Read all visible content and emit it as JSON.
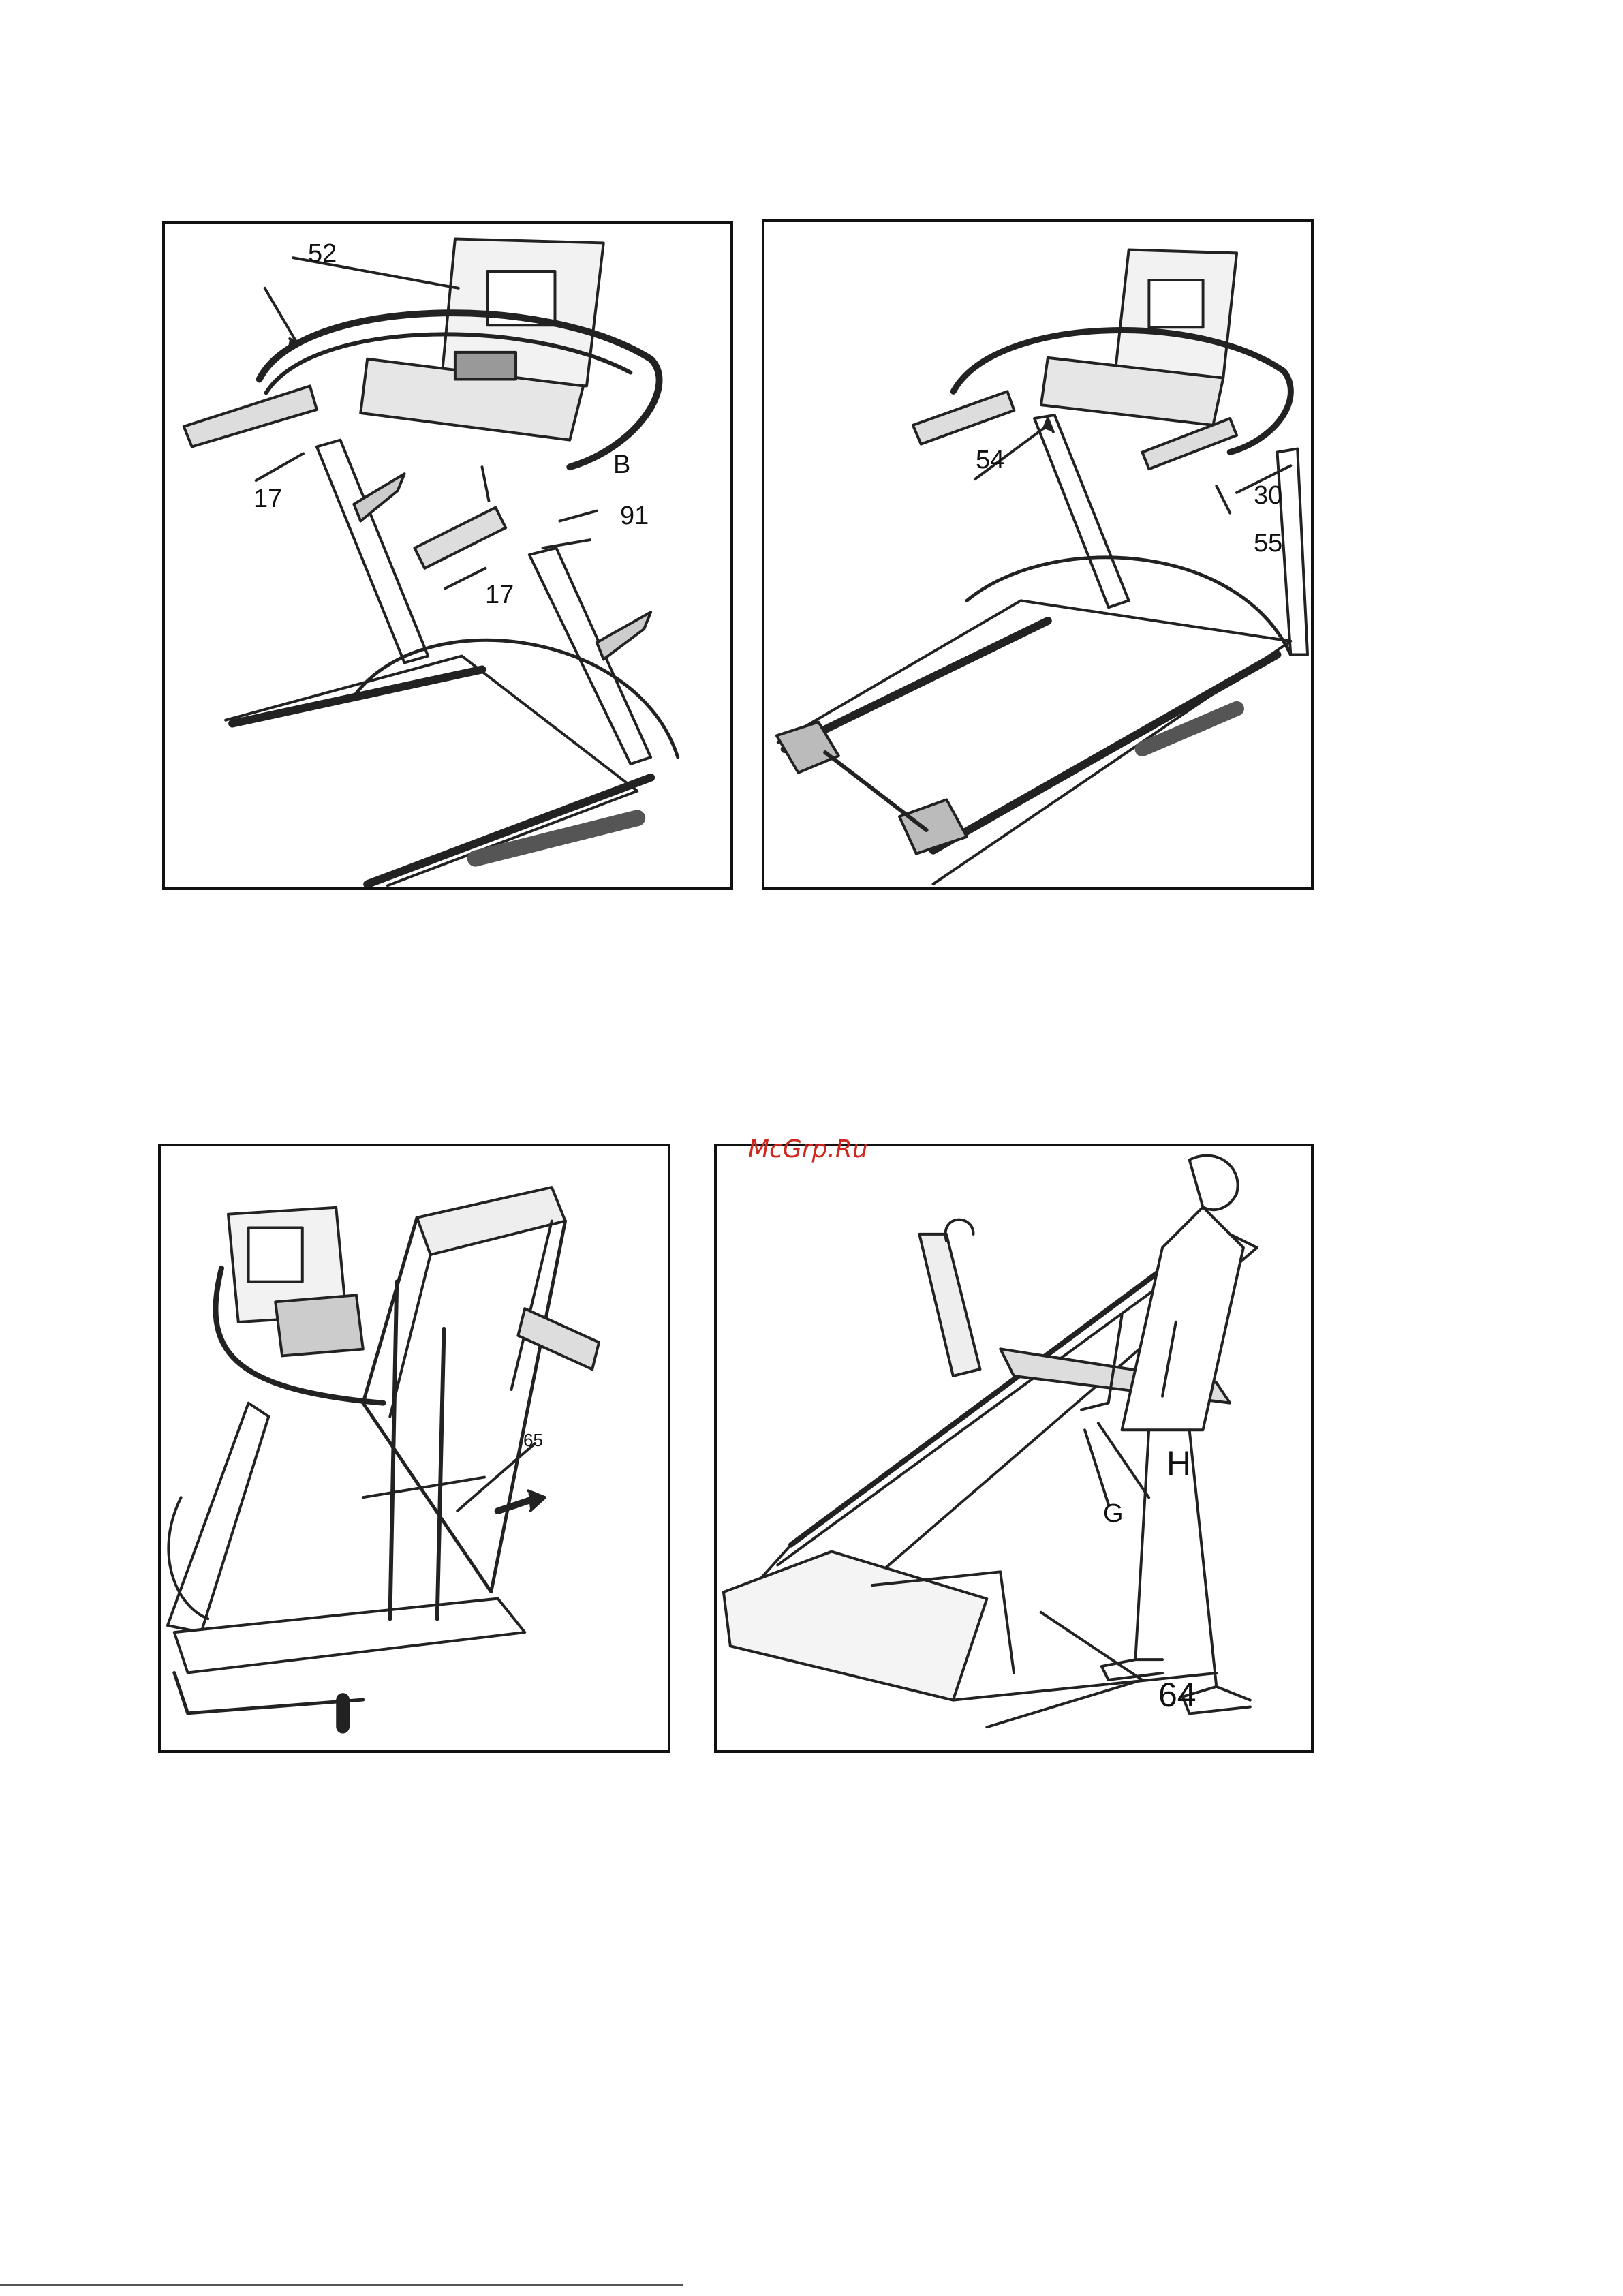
{
  "watermark": "McGrp.Ru",
  "figures": [
    {
      "name": "handlebar-install-figure",
      "callouts": [
        "52",
        "17",
        "B",
        "91",
        "17"
      ]
    },
    {
      "name": "handlebar-installed-figure",
      "callouts": [
        "54",
        "30",
        "55"
      ]
    },
    {
      "name": "folded-treadmill-figure",
      "callouts": [
        "65"
      ]
    },
    {
      "name": "folding-person-figure",
      "callouts": [
        "H",
        "G",
        "64"
      ]
    }
  ]
}
